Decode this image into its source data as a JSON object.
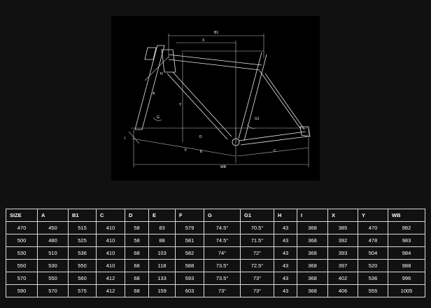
{
  "diagram": {
    "labels": {
      "B1": "B1",
      "X": "X",
      "A": "A",
      "G1": "G1",
      "G": "G",
      "H": "H",
      "Y": "Y",
      "D": "D",
      "I": "I",
      "E": "E",
      "F": "F",
      "C": "C",
      "WB": "WB"
    }
  },
  "table": {
    "headers": [
      "SIZE",
      "A",
      "B1",
      "C",
      "D",
      "E",
      "F",
      "G",
      "G1",
      "H",
      "I",
      "X",
      "Y",
      "WB"
    ],
    "rows": [
      [
        "470",
        "450",
        "515",
        "410",
        "58",
        "83",
        "579",
        "74.5°",
        "70.5°",
        "43",
        "368",
        "385",
        "470",
        "982"
      ],
      [
        "500",
        "480",
        "525",
        "410",
        "58",
        "88",
        "581",
        "74.5°",
        "71.5°",
        "43",
        "368",
        "392",
        "478",
        "983"
      ],
      [
        "530",
        "510",
        "536",
        "410",
        "68",
        "103",
        "582",
        "74°",
        "72°",
        "43",
        "368",
        "393",
        "504",
        "984"
      ],
      [
        "550",
        "530",
        "550",
        "410",
        "68",
        "118",
        "588",
        "73.5°",
        "72.5°",
        "43",
        "368",
        "397",
        "520",
        "988"
      ],
      [
        "570",
        "550",
        "560",
        "412",
        "68",
        "133",
        "593",
        "73.5°",
        "73°",
        "43",
        "368",
        "402",
        "536",
        "996"
      ],
      [
        "590",
        "570",
        "575",
        "412",
        "68",
        "159",
        "603",
        "73°",
        "73°",
        "43",
        "368",
        "406",
        "555",
        "1005"
      ]
    ]
  }
}
